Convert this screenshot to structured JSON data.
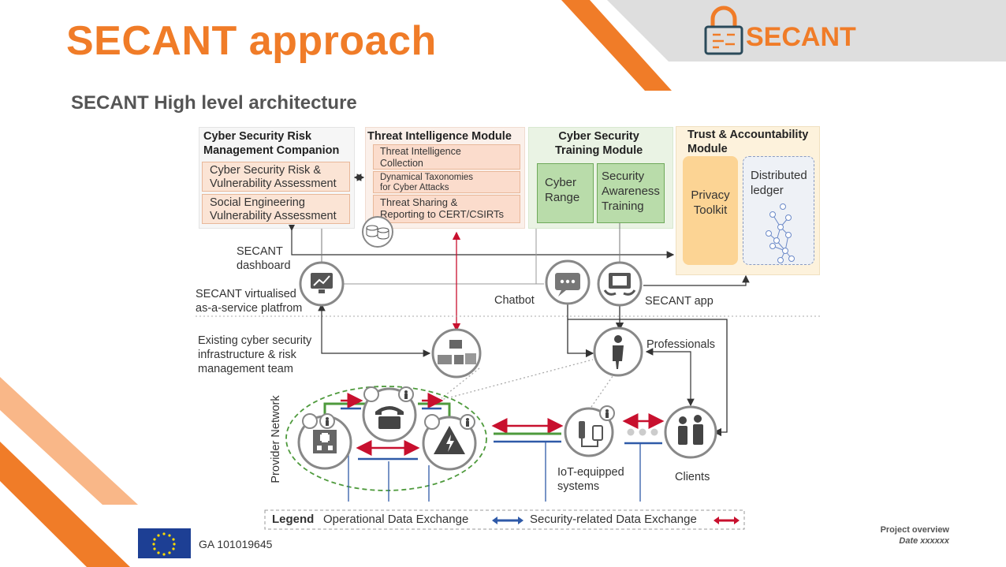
{
  "slide": {
    "title": "SECANT approach",
    "subtitle": "SECANT High level architecture",
    "logo_text": "SECANT"
  },
  "modules": {
    "risk": {
      "title_line1": "Cyber Security Risk",
      "title_line2": "Management Companion",
      "item1_line1": "Cyber Security Risk &",
      "item1_line2": "Vulnerability Assessment",
      "item2_line1": "Social Engineering",
      "item2_line2": "Vulnerability Assessment"
    },
    "threat": {
      "title": "Threat Intelligence Module",
      "item1_line1": "Threat Intelligence",
      "item1_line2": "Collection",
      "item2_line1": "Dynamical Taxonomies",
      "item2_line2": "for Cyber Attacks",
      "item3_line1": "Threat Sharing &",
      "item3_line2": "Reporting to CERT/CSIRTs"
    },
    "training": {
      "title_line1": "Cyber Security",
      "title_line2": "Training Module",
      "item1_line1": "Cyber",
      "item1_line2": "Range",
      "item2_line1": "Security",
      "item2_line2": "Awareness",
      "item2_line3": "Training"
    },
    "trust": {
      "title_line1": "Trust & Accountability",
      "title_line2": "Module",
      "item1_line1": "Privacy",
      "item1_line2": "Toolkit",
      "item2_line1": "Distributed",
      "item2_line2": "ledger"
    }
  },
  "labels": {
    "dashboard_line1": "SECANT",
    "dashboard_line2": "dashboard",
    "platform_line1": "SECANT virtualised",
    "platform_line2": "as-a-service platfrom",
    "chatbot": "Chatbot",
    "app": "SECANT app",
    "existing_line1": "Existing cyber security",
    "existing_line2": "infrastructure & risk",
    "existing_line3": "management team",
    "professionals": "Professionals",
    "provider_network": "Provider Network",
    "iot_line1": "IoT-equipped",
    "iot_line2": "systems",
    "clients": "Clients"
  },
  "legend": {
    "title": "Legend",
    "operational": "Operational Data Exchange",
    "security": "Security-related Data Exchange"
  },
  "footer": {
    "ga": "GA 101019645",
    "project": "Project overview",
    "date": "Date xxxxxx"
  },
  "colors": {
    "accent_orange": "#f07c28",
    "operational_blue": "#2f5aa8",
    "security_red": "#c8102e",
    "network_green": "#4e9a3c",
    "eu_blue": "#1d3f94"
  }
}
